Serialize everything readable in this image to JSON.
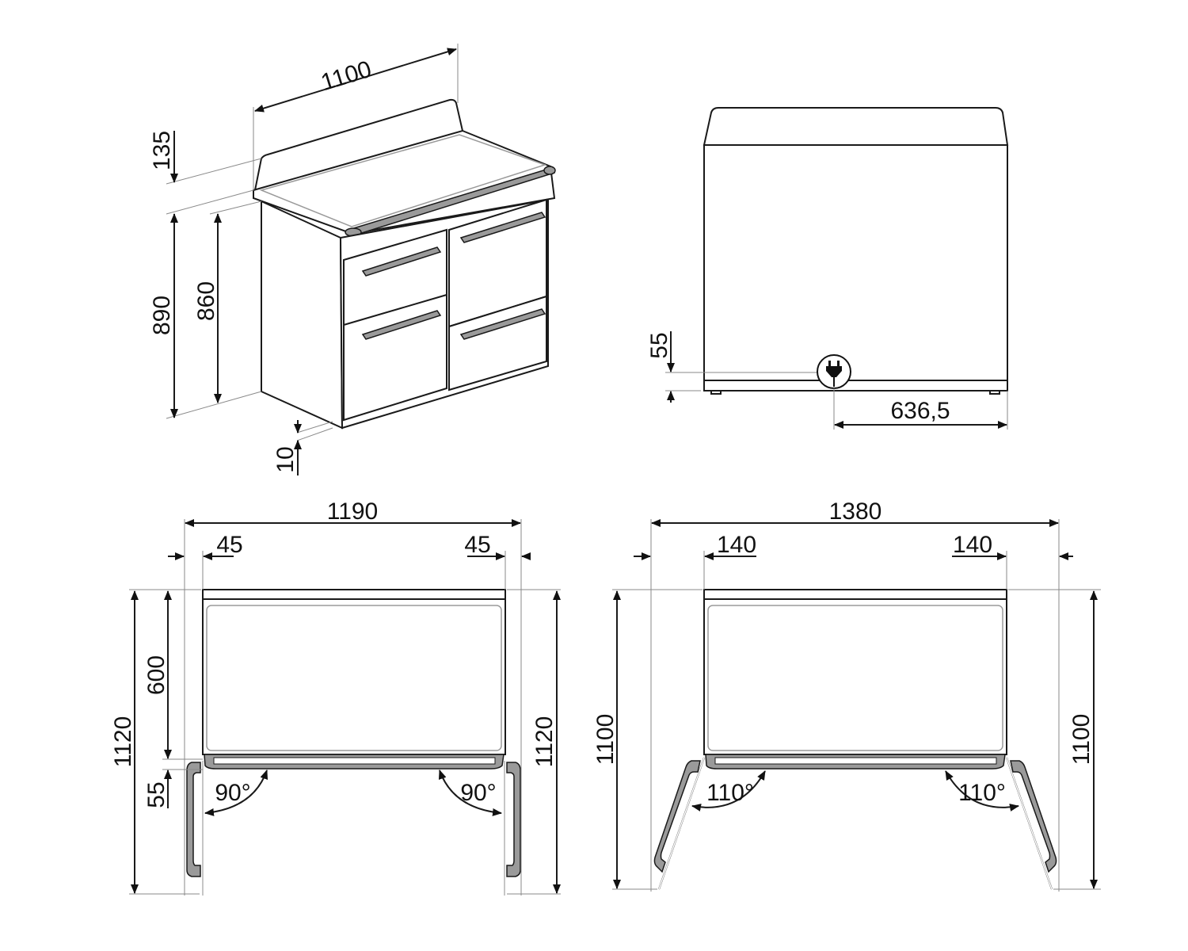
{
  "diagram": {
    "subject": "Range cooker dimension drawing",
    "colors": {
      "line": "#1a1a1a",
      "extension_line": "#8a8a8a",
      "handle_fill": "#9a9a9a",
      "background": "#ffffff"
    },
    "units": "mm",
    "views": {
      "isometric": {
        "width": "1100",
        "backsplash_height": "135",
        "total_height": "890",
        "body_height": "860",
        "feet_height": "10"
      },
      "rear": {
        "plug_height": "55",
        "plug_offset": "636,5",
        "plug_icon": "power-plug-icon"
      },
      "top_90": {
        "total_width": "1190",
        "left_clearance": "45",
        "right_clearance": "45",
        "depth_left": "1120",
        "depth_right": "1120",
        "body_depth": "600",
        "handle_depth": "55",
        "left_angle": "90°",
        "right_angle": "90°"
      },
      "top_110": {
        "total_width": "1380",
        "left_clearance": "140",
        "right_clearance": "140",
        "depth_left": "1100",
        "depth_right": "1100",
        "left_angle": "110°",
        "right_angle": "110°"
      }
    }
  }
}
